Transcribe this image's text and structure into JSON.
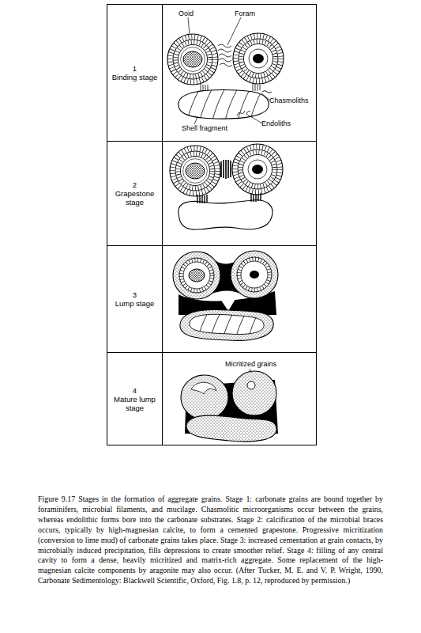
{
  "diagram": {
    "caption": "Figure 9.17 Stages in the formation of aggregate grains. Stage 1: carbonate grains are bound together by foraminifers, microbial filaments, and mucilage. Chasmolitic microorganisms occur between the grains, whereas endolithic forms bore into the carbonate substrates. Stage 2: calcification of the microbial braces occurs, typically by high-magnesian calcite, to form a cemented grapestone. Progressive micritization (conversion to lime mud) of carbonate grains takes place. Stage 3: increased cementation at grain contacts, by microbially induced precipitation, fills depressions to create smoother relief. Stage 4: filling of any central cavity to form a dense, heavily micritized and matrix-rich aggregate. Some replacement of the high-magnesian calcite components by aragonite may also occur. (After Tucker, M. E. and V. P. Wright, 1990, Carbonate Sedimentology: Blackwell Scientific, Oxford, Fig. 1.8, p. 12, reproduced by permission.)",
    "nodes": [
      {
        "text": [
          "1",
          "Binding stage"
        ]
      },
      {
        "text": [
          "2",
          "Grapestone stage"
        ]
      },
      {
        "text": [
          "3",
          "Lump stage"
        ]
      },
      {
        "text": [
          "4",
          "Mature lump stage"
        ]
      }
    ],
    "labels": [
      "Ooid",
      "Foram",
      "Chasmoliths",
      "Shell fragment",
      "Endoliths",
      "Micritized grains"
    ]
  }
}
